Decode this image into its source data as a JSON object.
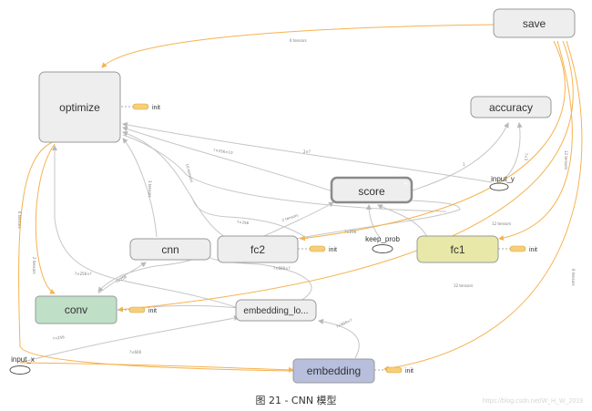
{
  "nodes": {
    "save": "save",
    "optimize": "optimize",
    "accuracy": "accuracy",
    "score": "score",
    "cnn": "cnn",
    "fc2": "fc2",
    "fc1": "fc1",
    "conv": "conv",
    "embedding_lo": "embedding_lo...",
    "embedding": "embedding",
    "input_y": "input_y",
    "input_x": "input_x",
    "keep_prob": "keep_prob"
  },
  "init_label": "init",
  "edge_labels": {
    "save_optimize": "6 tensors",
    "save_right": "12 tensors",
    "save_fc1": "12 tensors",
    "save_conv": "12 tensors",
    "save_embedding": "6 tensors",
    "opt_left_a": "6 tensors",
    "opt_left_b": "2 tensors",
    "score_opt": "?×256×10",
    "acc_opt": "2×?",
    "cnn_opt": "3 tensors",
    "fc2_opt": "10 tensors",
    "fc1_score": "?×256",
    "fc2_score": "2 tensors",
    "score_acc": "1",
    "inputy_acc": "?×3",
    "fc2_fc1": "?×256",
    "conv_cnn": "?×256",
    "fc2_conv": "?×256×?",
    "emb_conv": "?×600×?",
    "inputx_emb": "?×600",
    "inputx_opt": "?×256",
    "emb_lo": "?×600×?"
  },
  "caption": "图 21 -   CNN 模型",
  "watermark": "https://blog.csdn.net/W_H_W_2019",
  "colors": {
    "node_fill": "#eeeeee",
    "node_stroke": "#9a9a9a",
    "fc1_fill": "#e8e8a8",
    "conv_fill": "#bfdfc6",
    "embedding_fill": "#b7bfdc",
    "edge_gray": "#c2c2c2",
    "edge_orange": "#f6b24e",
    "init_fill": "#f6cf78"
  }
}
